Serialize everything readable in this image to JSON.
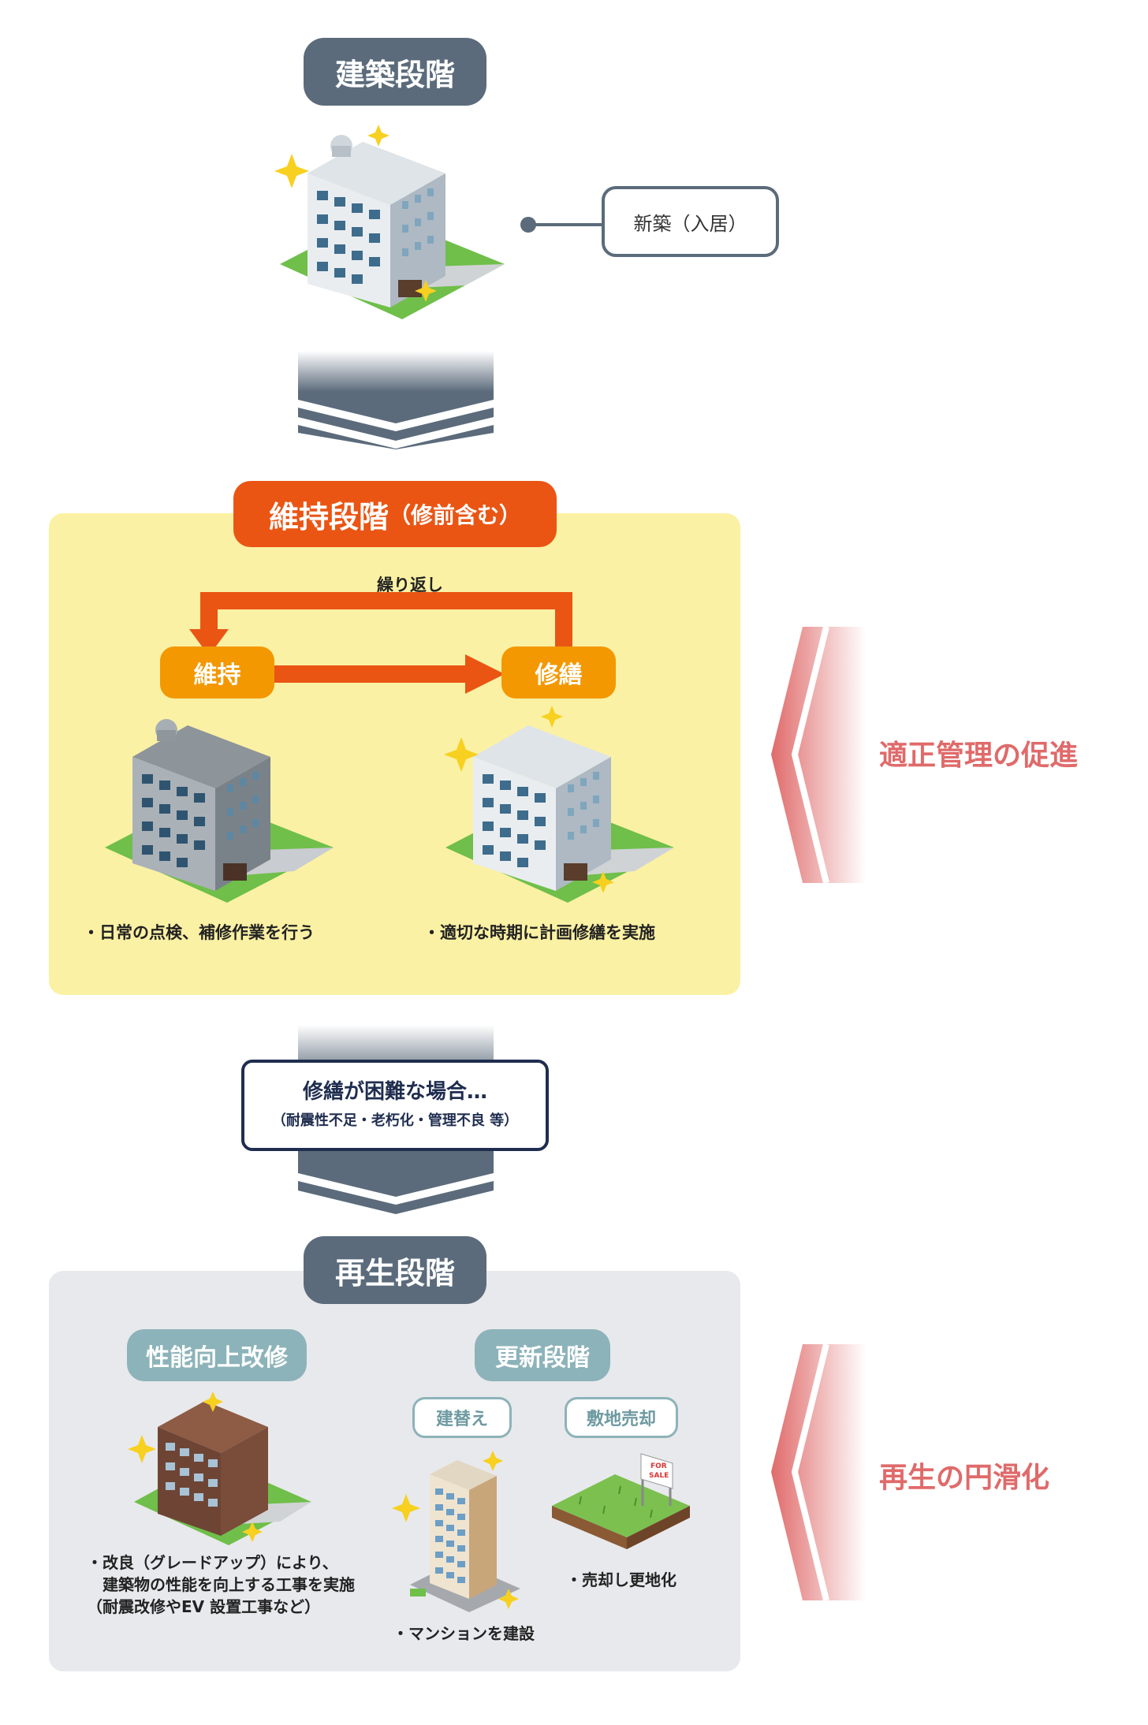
{
  "stages": {
    "build": {
      "title": "建築段階",
      "new_build": "新築（入居）"
    },
    "maintain": {
      "title": "維持段階",
      "title_sub": "（修前含む）",
      "repeat": "繰り返し",
      "maintain_label": "維持",
      "repair_label": "修繕",
      "note_left": "・日常の点検、補修作業を行う",
      "note_right": "・適切な時期に計画修繕を実施"
    },
    "difficult": {
      "title": "修繕が困難な場合…",
      "subtitle": "（耐震性不足・老朽化・管理不良 等）"
    },
    "regen": {
      "title": "再生段階",
      "improve": {
        "title": "性能向上改修",
        "note_lines": [
          "・改良（グレードアップ）により、",
          "建築物の性能を向上する工事を実施",
          "（耐震改修やEV 設置工事など）"
        ]
      },
      "renew": {
        "title": "更新段階",
        "rebuild": "建替え",
        "sell": "敷地売却",
        "note_rebuild": "・マンションを建設",
        "note_sell": "・売却し更地化",
        "sign_text": [
          "FOR",
          "SALE"
        ]
      }
    }
  },
  "side_labels": {
    "top": "適正管理の促進",
    "bottom": "再生の円滑化"
  },
  "colors": {
    "slate": "#5b6b7b",
    "orange": "#ea5514",
    "amber": "#f39800",
    "teal": "#8cb3b9",
    "pink": "#e06a6a",
    "yellow_bg": "#fbf1a4",
    "gray_bg": "#e8e9ec"
  }
}
